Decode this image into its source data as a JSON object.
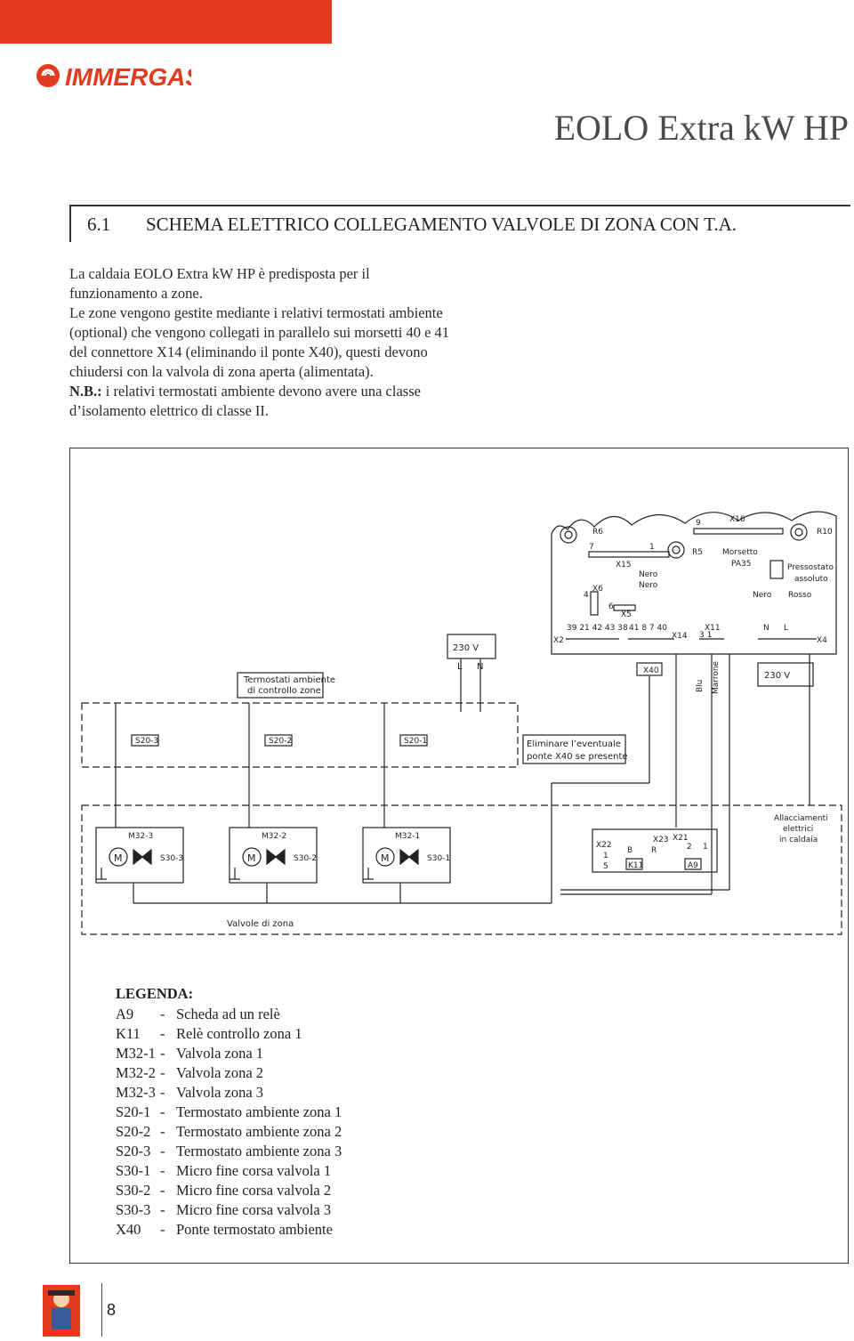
{
  "brand": {
    "logo_text": "IMMERGAS",
    "accent": "#e23b1f"
  },
  "header": {
    "doc_title": "EOLO Extra kW HP"
  },
  "section": {
    "number": "6.1",
    "title": "SCHEMA ELETTRICO COLLEGAMENTO VALVOLE DI ZONA CON T.A."
  },
  "intro": {
    "p1": "La caldaia EOLO Extra kW HP è predisposta per il funzionamento a zone.",
    "p2": "Le zone vengono gestite mediante i relativi termostati ambiente (optional) che vengono collegati in parallelo sui morsetti 40 e 41 del connettore X14 (eliminando il ponte X40), questi devono chiudersi con la valvola di zona aperta (alimentata).",
    "nb_label": "N.B.:",
    "nb_text": " i relativi termostati ambiente devono avere una classe d’isolamento elettrico di classe II."
  },
  "diagram": {
    "board_labels": {
      "r6": "R6",
      "r5": "R5",
      "r10": "R10",
      "x15": "X15",
      "x16": "X16",
      "x6": "X6",
      "x5": "X5",
      "x2": "X2",
      "x14": "X14",
      "x11": "X11",
      "x4": "X4",
      "morsetto": "Morsetto",
      "pa35": "PA35",
      "pressostato": "Pressostato",
      "assoluto": "assoluto",
      "nero": "Nero",
      "rosso": "Rosso",
      "n7": "7",
      "n1": "1",
      "n9": "9",
      "n4": "4",
      "n6": "6",
      "x2_pins": "39 21 42 43 38",
      "x14_pins": "41 8 7 40",
      "x11_pins": "3 1",
      "n_label": "N",
      "l_label": "L"
    },
    "supply_label": "230 V",
    "supply_l": "L",
    "supply_n": "N",
    "thermostats_title_1": "Termostati ambiente",
    "thermostats_title_2": "di controllo zone",
    "x40": "X40",
    "blu": "Blu",
    "marrone": "Marrone",
    "supply_right": "230 V",
    "thermostats": [
      "S20-3",
      "S20-2",
      "S20-1"
    ],
    "note_1": "Eliminare l’eventuale",
    "note_2": "ponte X40 se presente",
    "valves": [
      {
        "motor": "M",
        "name": "M32-3",
        "switch": "S30-3"
      },
      {
        "motor": "M",
        "name": "M32-2",
        "switch": "S30-2"
      },
      {
        "motor": "M",
        "name": "M32-1",
        "switch": "S30-1"
      }
    ],
    "valves_label": "Valvole di zona",
    "allacciamenti_1": "Allacciamenti",
    "allacciamenti_2": "elettrici",
    "allacciamenti_3": "in caldaia",
    "relay": {
      "x22": "X22",
      "x23": "X23",
      "x21": "X21",
      "b": "B",
      "r": "R",
      "k11": "K11",
      "a9": "A9",
      "p1": "1",
      "p5": "5",
      "p2": "2",
      "p1b": "1"
    }
  },
  "legend": {
    "title": "LEGENDA:",
    "items": [
      {
        "code": "A9",
        "desc": "Scheda ad un relè"
      },
      {
        "code": "K11",
        "desc": "Relè controllo zona 1"
      },
      {
        "code": "M32-1",
        "desc": "Valvola zona 1"
      },
      {
        "code": "M32-2",
        "desc": "Valvola zona 2"
      },
      {
        "code": "M32-3",
        "desc": "Valvola zona 3"
      },
      {
        "code": "S20-1",
        "desc": "Termostato ambiente zona 1"
      },
      {
        "code": "S20-2",
        "desc": "Termostato ambiente zona 2"
      },
      {
        "code": "S20-3",
        "desc": "Termostato ambiente zona 3"
      },
      {
        "code": "S30-1",
        "desc": "Micro fine corsa valvola 1"
      },
      {
        "code": "S30-2",
        "desc": "Micro fine corsa valvola 2"
      },
      {
        "code": "S30-3",
        "desc": "Micro fine corsa valvola 3"
      },
      {
        "code": "X40",
        "desc": "Ponte termostato ambiente"
      }
    ]
  },
  "footer": {
    "page_number": "8"
  }
}
